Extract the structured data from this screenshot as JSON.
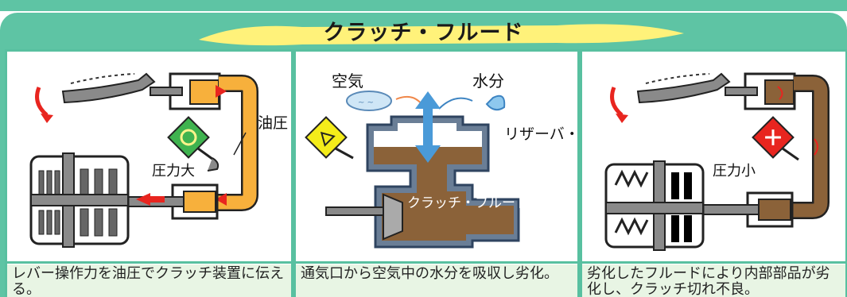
{
  "title": "クラッチ・フルード",
  "panel1": {
    "label_oil_pressure": "油圧",
    "label_pressure": "圧力大",
    "caption": "レバー操作力を油圧でクラッチ装置に伝える。"
  },
  "panel2": {
    "label_air": "空気",
    "label_moisture": "水分",
    "label_reservoir": "リザーバ・タンク",
    "label_fluid": "クラッチ・フルード",
    "caption": "通気口から空気中の水分を吸収し劣化。"
  },
  "panel3": {
    "label_pressure": "圧力小",
    "caption": "劣化したフルードにより内部部品が劣化し、クラッチ切れ不良。"
  },
  "colors": {
    "accent": "#5ec4a4",
    "fluid_good": "#f7b03c",
    "fluid_bad": "#8b6239",
    "arrow": "#e8251f"
  }
}
